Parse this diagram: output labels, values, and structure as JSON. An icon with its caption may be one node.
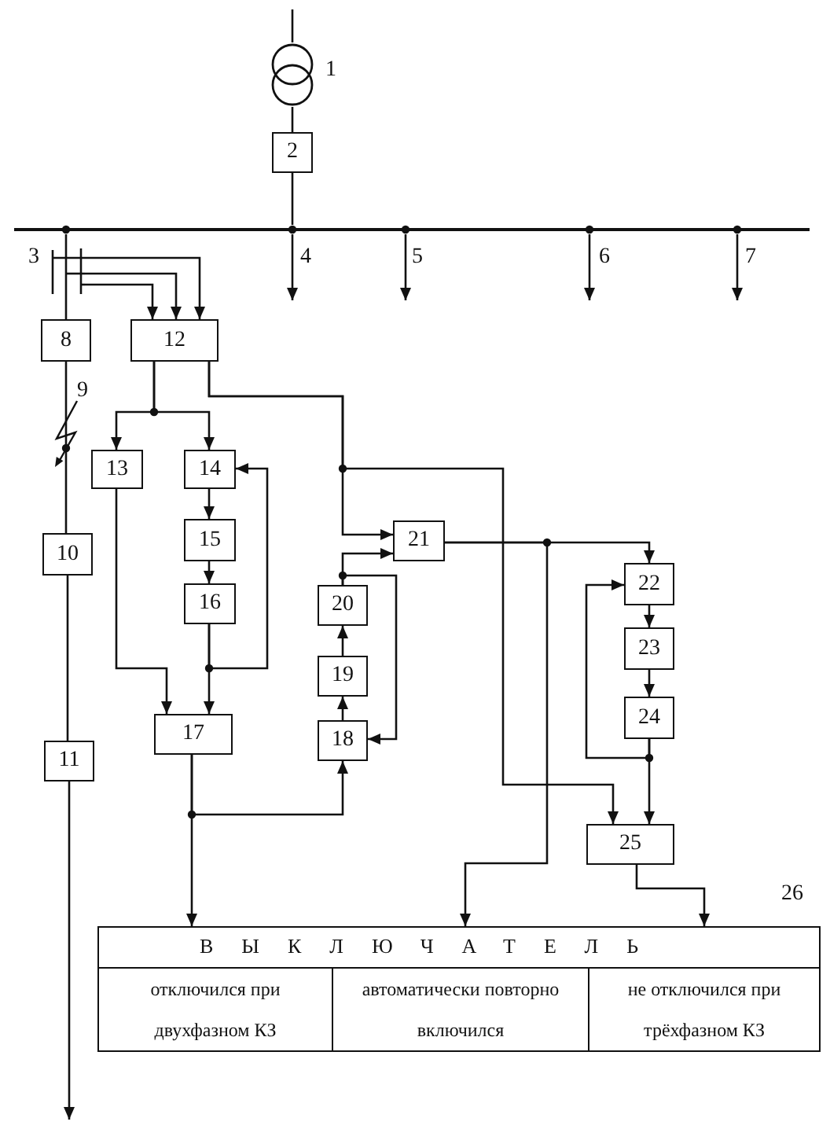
{
  "diagram": {
    "nodes": [
      {
        "text": [],
        "shape": "circle",
        "beside": [
          "1"
        ]
      },
      {
        "text": [
          "2"
        ]
      },
      {
        "text": [],
        "shape": "bar"
      },
      {
        "text": [],
        "shape": "bar",
        "beside": [
          "3"
        ]
      },
      {
        "text": [
          "8"
        ]
      },
      {
        "text": [
          "10"
        ]
      },
      {
        "text": [
          "11"
        ]
      },
      {
        "text": [
          "12"
        ]
      },
      {
        "text": [
          "13"
        ]
      },
      {
        "text": [
          "14"
        ]
      },
      {
        "text": [
          "15"
        ]
      },
      {
        "text": [
          "16"
        ]
      },
      {
        "text": [
          "17"
        ]
      },
      {
        "text": [
          "18"
        ]
      },
      {
        "text": [
          "19"
        ]
      },
      {
        "text": [
          "20"
        ]
      },
      {
        "text": [
          "21"
        ]
      },
      {
        "text": [
          "22"
        ]
      },
      {
        "text": [
          "23"
        ]
      },
      {
        "text": [
          "24"
        ]
      },
      {
        "text": [
          "25"
        ]
      },
      {
        "text": [
          "ВЫКЛЮЧАТЕЛЬ"
        ],
        "beside": [
          "26"
        ]
      },
      {
        "text": [
          "отключился при двухфазном КЗ"
        ],
        "in": 21
      },
      {
        "text": [
          "автоматически повторно включился"
        ],
        "in": 21
      },
      {
        "text": [
          "не отключился при трёхфазном КЗ"
        ],
        "in": 21
      }
    ],
    "edges": [
      {
        "from": null,
        "to": 0,
        "arrow": "none"
      },
      {
        "from": 0,
        "to": 1,
        "arrow": "none"
      },
      {
        "from": 1,
        "to": 2,
        "arrow": "none"
      },
      {
        "from": 2,
        "to": null,
        "arrow": "to"
      },
      {
        "from": 2,
        "to": null,
        "arrow": "to"
      },
      {
        "from": 2,
        "to": null,
        "arrow": "to"
      },
      {
        "from": 2,
        "to": null,
        "arrow": "to"
      },
      {
        "from": 2,
        "to": 3,
        "arrow": "none"
      },
      {
        "from": 3,
        "to": 4,
        "arrow": "none"
      },
      {
        "from": 3,
        "to": 7,
        "arrow": "to"
      },
      {
        "from": 3,
        "to": 7,
        "arrow": "to"
      },
      {
        "from": 3,
        "to": 7,
        "arrow": "to"
      },
      {
        "from": 4,
        "to": 5,
        "arrow": "none"
      },
      {
        "from": 5,
        "to": 6,
        "arrow": "none"
      },
      {
        "from": 6,
        "to": null,
        "arrow": "to"
      },
      {
        "from": 7,
        "to": 8,
        "arrow": "to"
      },
      {
        "from": 7,
        "to": 9,
        "arrow": "to"
      },
      {
        "from": 7,
        "to": 16,
        "arrow": "to"
      },
      {
        "from": 7,
        "to": 20,
        "arrow": "to"
      },
      {
        "from": 8,
        "to": 12,
        "arrow": "to"
      },
      {
        "from": 9,
        "to": 10,
        "arrow": "to"
      },
      {
        "from": 10,
        "to": 11,
        "arrow": "to"
      },
      {
        "from": 11,
        "to": 12,
        "arrow": "to"
      },
      {
        "from": 11,
        "to": 9,
        "arrow": "to"
      },
      {
        "from": 12,
        "to": 13,
        "arrow": "to"
      },
      {
        "from": 12,
        "to": 21,
        "arrow": "to"
      },
      {
        "from": 13,
        "to": 14,
        "arrow": "to"
      },
      {
        "from": 14,
        "to": 15,
        "arrow": "to"
      },
      {
        "from": 15,
        "to": 16,
        "arrow": "to"
      },
      {
        "from": 15,
        "to": 13,
        "arrow": "to"
      },
      {
        "from": 16,
        "to": 17,
        "arrow": "to"
      },
      {
        "from": 16,
        "to": 21,
        "arrow": "to"
      },
      {
        "from": 17,
        "to": 18,
        "arrow": "to"
      },
      {
        "from": 18,
        "to": 19,
        "arrow": "to"
      },
      {
        "from": 19,
        "to": 20,
        "arrow": "to"
      },
      {
        "from": 19,
        "to": 17,
        "arrow": "to"
      },
      {
        "from": 20,
        "to": 21,
        "arrow": "to"
      }
    ],
    "labels": [
      "4",
      "5",
      "6",
      "7",
      "9"
    ]
  }
}
